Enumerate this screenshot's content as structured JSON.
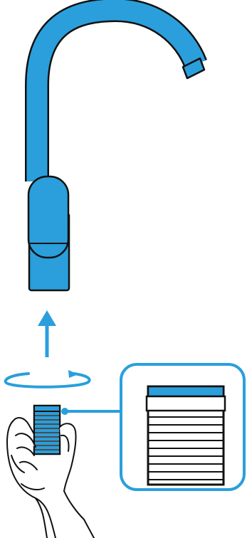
{
  "illustration": {
    "subject": "faucet-filter-cartridge-installation",
    "colors": {
      "primary_blue": "#2a9fdc",
      "outline": "#111111",
      "background": "#ffffff"
    },
    "steps": [
      {
        "id": "rotate",
        "icon": "rotate-arrow-icon"
      },
      {
        "id": "insert-upward",
        "icon": "up-arrow-icon"
      }
    ],
    "callout": {
      "icon": "magnifier-callout-icon",
      "content": "filter-cartridge-detail"
    }
  }
}
